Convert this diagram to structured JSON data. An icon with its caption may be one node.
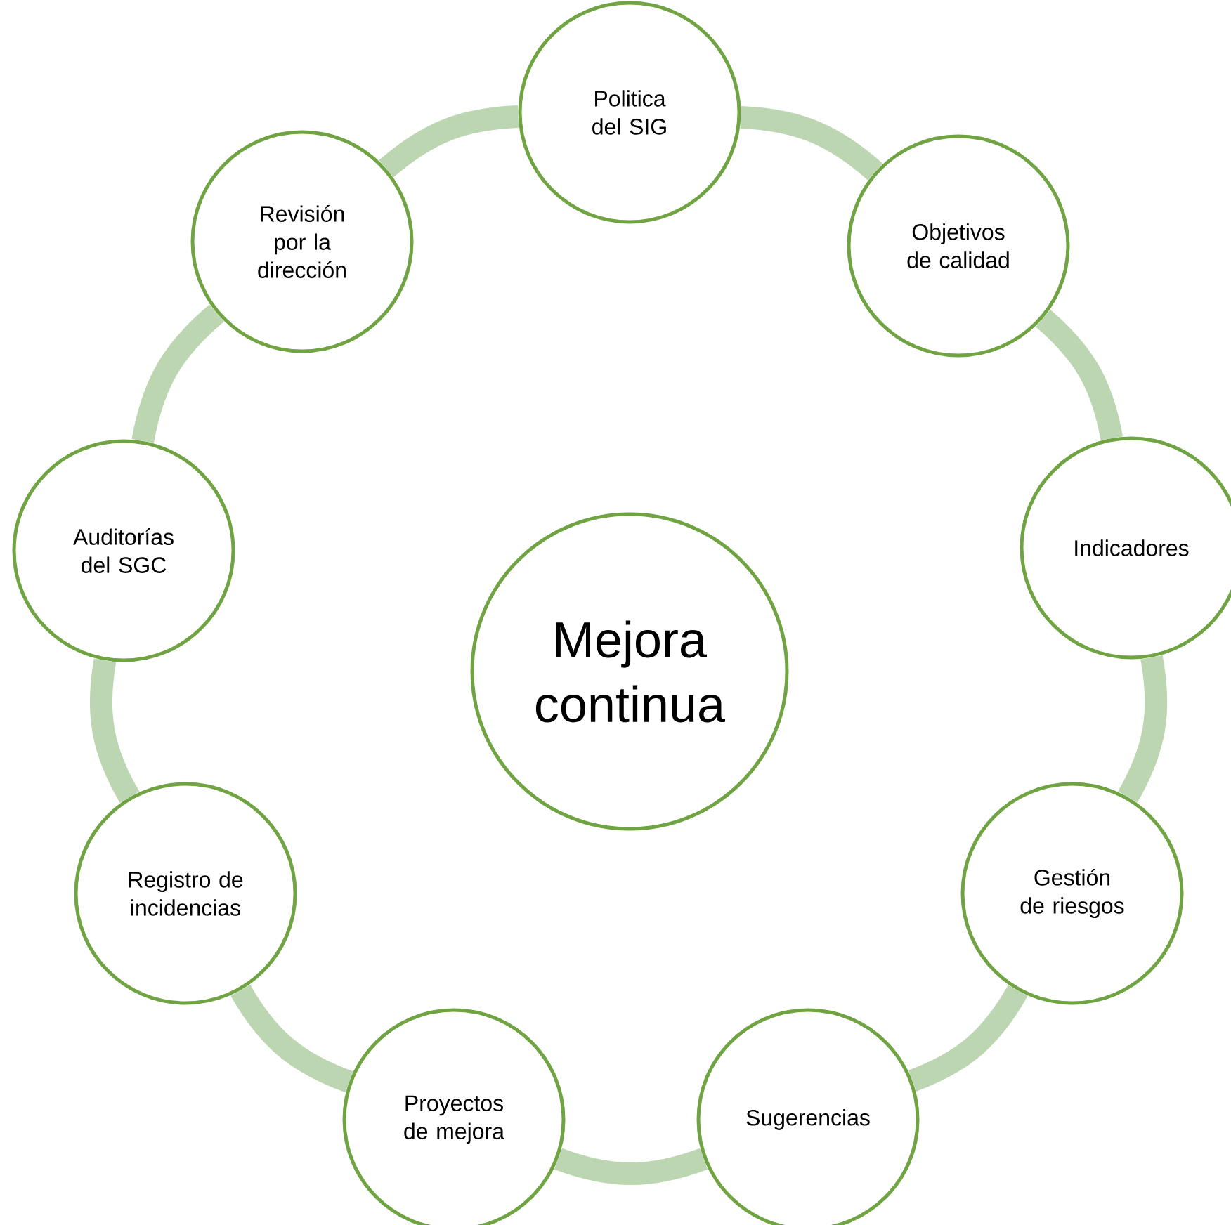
{
  "diagram": {
    "nodes": [
      {
        "text": [
          "Mejora continua"
        ]
      },
      {
        "text": [
          "Politica del SIG"
        ]
      },
      {
        "text": [
          "Objetivos de calidad"
        ]
      },
      {
        "text": [
          "Indicadores"
        ]
      },
      {
        "text": [
          "Gestión de riesgos"
        ]
      },
      {
        "text": [
          "Sugerencias"
        ]
      },
      {
        "text": [
          "Proyectos de mejora"
        ]
      },
      {
        "text": [
          "Registro de incidencias"
        ]
      },
      {
        "text": [
          "Auditorías del SGC"
        ]
      },
      {
        "text": [
          "Revisión por la dirección"
        ]
      }
    ],
    "edges": [
      {
        "from": 1,
        "to": 2,
        "arrow": "none"
      },
      {
        "from": 2,
        "to": 3,
        "arrow": "none"
      },
      {
        "from": 3,
        "to": 4,
        "arrow": "none"
      },
      {
        "from": 4,
        "to": 5,
        "arrow": "none"
      },
      {
        "from": 5,
        "to": 6,
        "arrow": "none"
      },
      {
        "from": 6,
        "to": 7,
        "arrow": "none"
      },
      {
        "from": 7,
        "to": 8,
        "arrow": "none"
      },
      {
        "from": 8,
        "to": 9,
        "arrow": "none"
      },
      {
        "from": 9,
        "to": 1,
        "arrow": "none"
      }
    ]
  }
}
